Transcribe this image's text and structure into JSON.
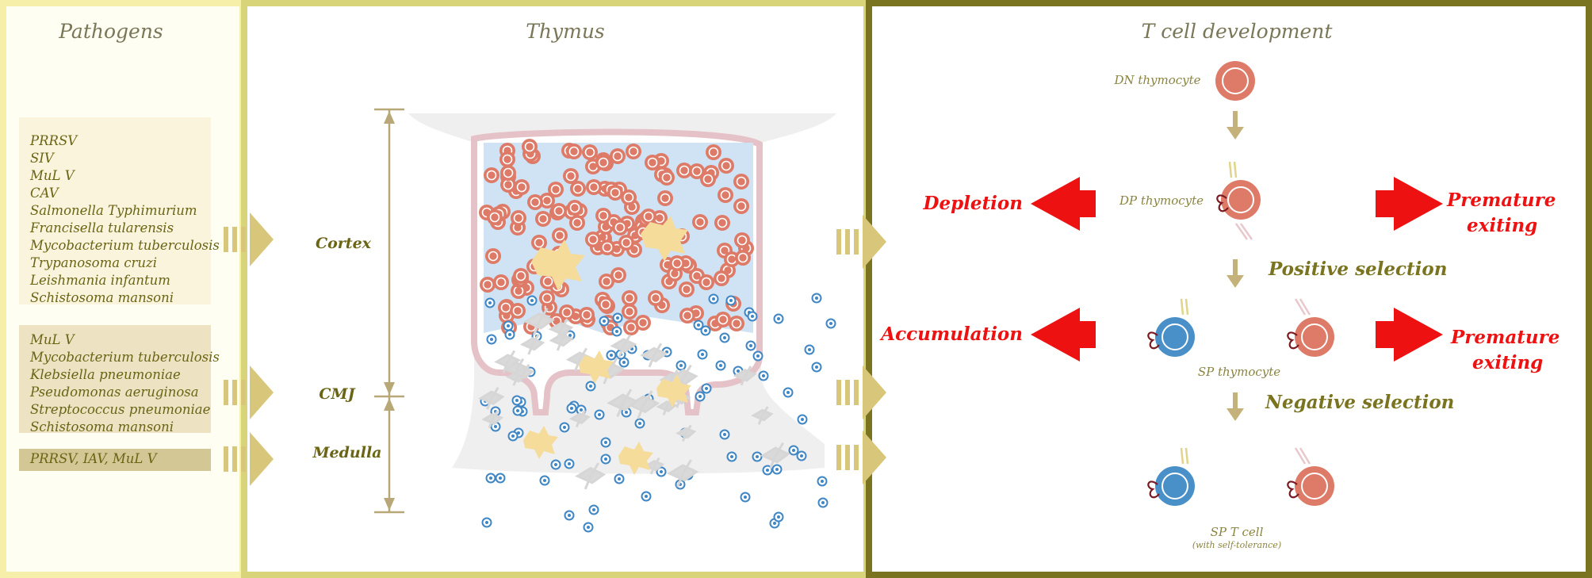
{
  "panels": {
    "pathogens": "Pathogens",
    "thymus": "Thymus",
    "tcell": "T cell development"
  },
  "pathogen_groups": {
    "cortex": [
      "PRRSV",
      "SIV",
      "MuL V",
      "CAV",
      "Salmonella Typhimurium",
      "Francisella tularensis",
      "Mycobacterium tuberculosis",
      "Trypanosoma cruzi",
      "Leishmania infantum",
      "Schistosoma mansoni"
    ],
    "cmj": [
      "MuL V",
      "Mycobacterium tuberculosis",
      "Klebsiella pneumoniae",
      "Pseudomonas aeruginosa",
      "Streptococcus pneumoniae",
      "Schistosoma mansoni"
    ],
    "medulla": "PRRSV, IAV, MuL V"
  },
  "regions": {
    "cortex": "Cortex",
    "cmj": "CMJ",
    "medulla": "Medulla"
  },
  "stages": {
    "dn": "DN thymocyte",
    "dp": "DP thymocyte",
    "sp": "SP thymocyte",
    "sp_t": "SP T cell",
    "sp_t_note": "(with self-tolerance)"
  },
  "selection": {
    "positive": "Positive selection",
    "negative": "Negative selection"
  },
  "effects": {
    "depletion": "Depletion",
    "accumulation": "Accumulation",
    "premature_line1": "Premature",
    "premature_line2": "exiting"
  },
  "colors": {
    "olive": "#6a6415",
    "red": "#ee1111",
    "red_cell": "#de7b68",
    "blue_cell": "#4a90c8",
    "gold": "#d8c67a"
  }
}
